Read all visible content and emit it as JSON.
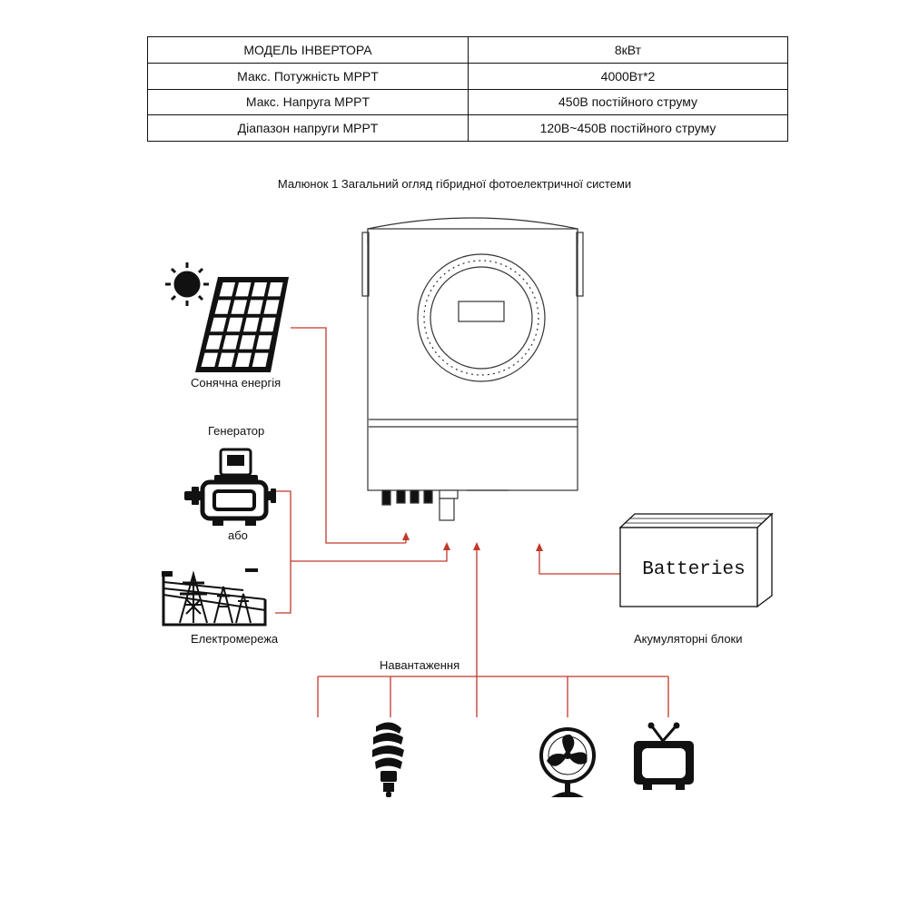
{
  "spec_table": {
    "rows": [
      {
        "param": "МОДЕЛЬ ІНВЕРТОРА",
        "value": "8кВт"
      },
      {
        "param": "Макс. Потужність MPPT",
        "value": "4000Вт*2"
      },
      {
        "param": "Макс. Напруга MPPT",
        "value": "450В постійного струму"
      },
      {
        "param": "Діапазон напруги MPPT",
        "value": "120В~450В постійного струму"
      }
    ]
  },
  "figure": {
    "caption": "Малюнок 1 Загальний огляд гібридної фотоелектричної системи",
    "labels": {
      "solar": "Сонячна енергія",
      "generator": "Генератор",
      "or": "або",
      "grid": "Електромережа",
      "loads": "Навантаження",
      "battery_box_text": "Batteries",
      "batteries": "Акумуляторні блоки"
    },
    "colors": {
      "connector_line": "#c0392b",
      "outline": "#111111"
    },
    "icons": [
      "sun-icon",
      "solar-panel-icon",
      "generator-icon",
      "power-grid-icon",
      "inverter-icon",
      "battery-icon",
      "light-bulb-icon",
      "fan-icon",
      "tv-icon"
    ]
  }
}
